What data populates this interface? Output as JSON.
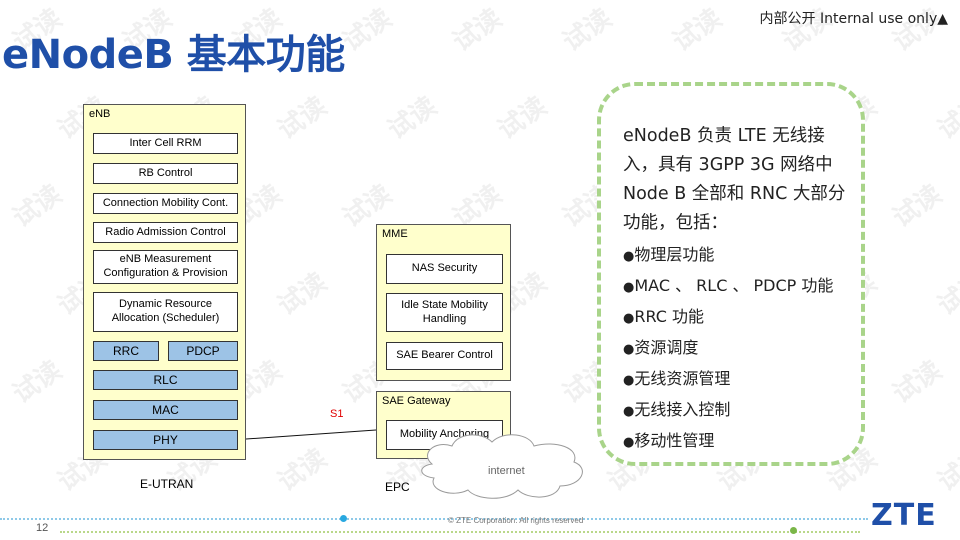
{
  "header": {
    "title": "eNodeB 基本功能",
    "confidentiality": "内部公开  Internal use only▲"
  },
  "watermark": "试读",
  "diagram": {
    "enb": {
      "label": "eNB",
      "functions": [
        "Inter Cell RRM",
        "RB Control",
        "Connection Mobility Cont.",
        "Radio Admission Control",
        "eNB Measurement Configuration & Provision",
        "Dynamic Resource Allocation (Scheduler)"
      ],
      "layers": {
        "rrc": "RRC",
        "pdcp": "PDCP",
        "rlc": "RLC",
        "mac": "MAC",
        "phy": "PHY"
      },
      "caption": "E-UTRAN"
    },
    "mme": {
      "label": "MME",
      "functions": [
        "NAS Security",
        "Idle State Mobility Handling",
        "SAE Bearer Control"
      ]
    },
    "sae_gateway": {
      "label": "SAE Gateway",
      "functions": [
        "Mobility Anchoring"
      ]
    },
    "epc_caption": "EPC",
    "interface_label": "S1",
    "cloud_label": "internet"
  },
  "callout": {
    "intro": "eNodeB 负责 LTE 无线接入，具有 3GPP 3G 网络中 Node B 全部和 RNC 大部分功能，包括：",
    "items": [
      "物理层功能",
      "MAC 、 RLC 、 PDCP 功能",
      "RRC 功能",
      "资源调度",
      "无线资源管理",
      "无线接入控制",
      "移动性管理"
    ]
  },
  "footer": {
    "page_number": "12",
    "copyright": "© ZTE Corporation. All rights reserved",
    "logo": "ZTE"
  },
  "colors": {
    "title": "#1f4fa8",
    "panel_fill": "#ffffcc",
    "protocol_layer_fill": "#9dc3e6",
    "interface_label": "#e00000",
    "callout_border": "#a9d48a"
  }
}
